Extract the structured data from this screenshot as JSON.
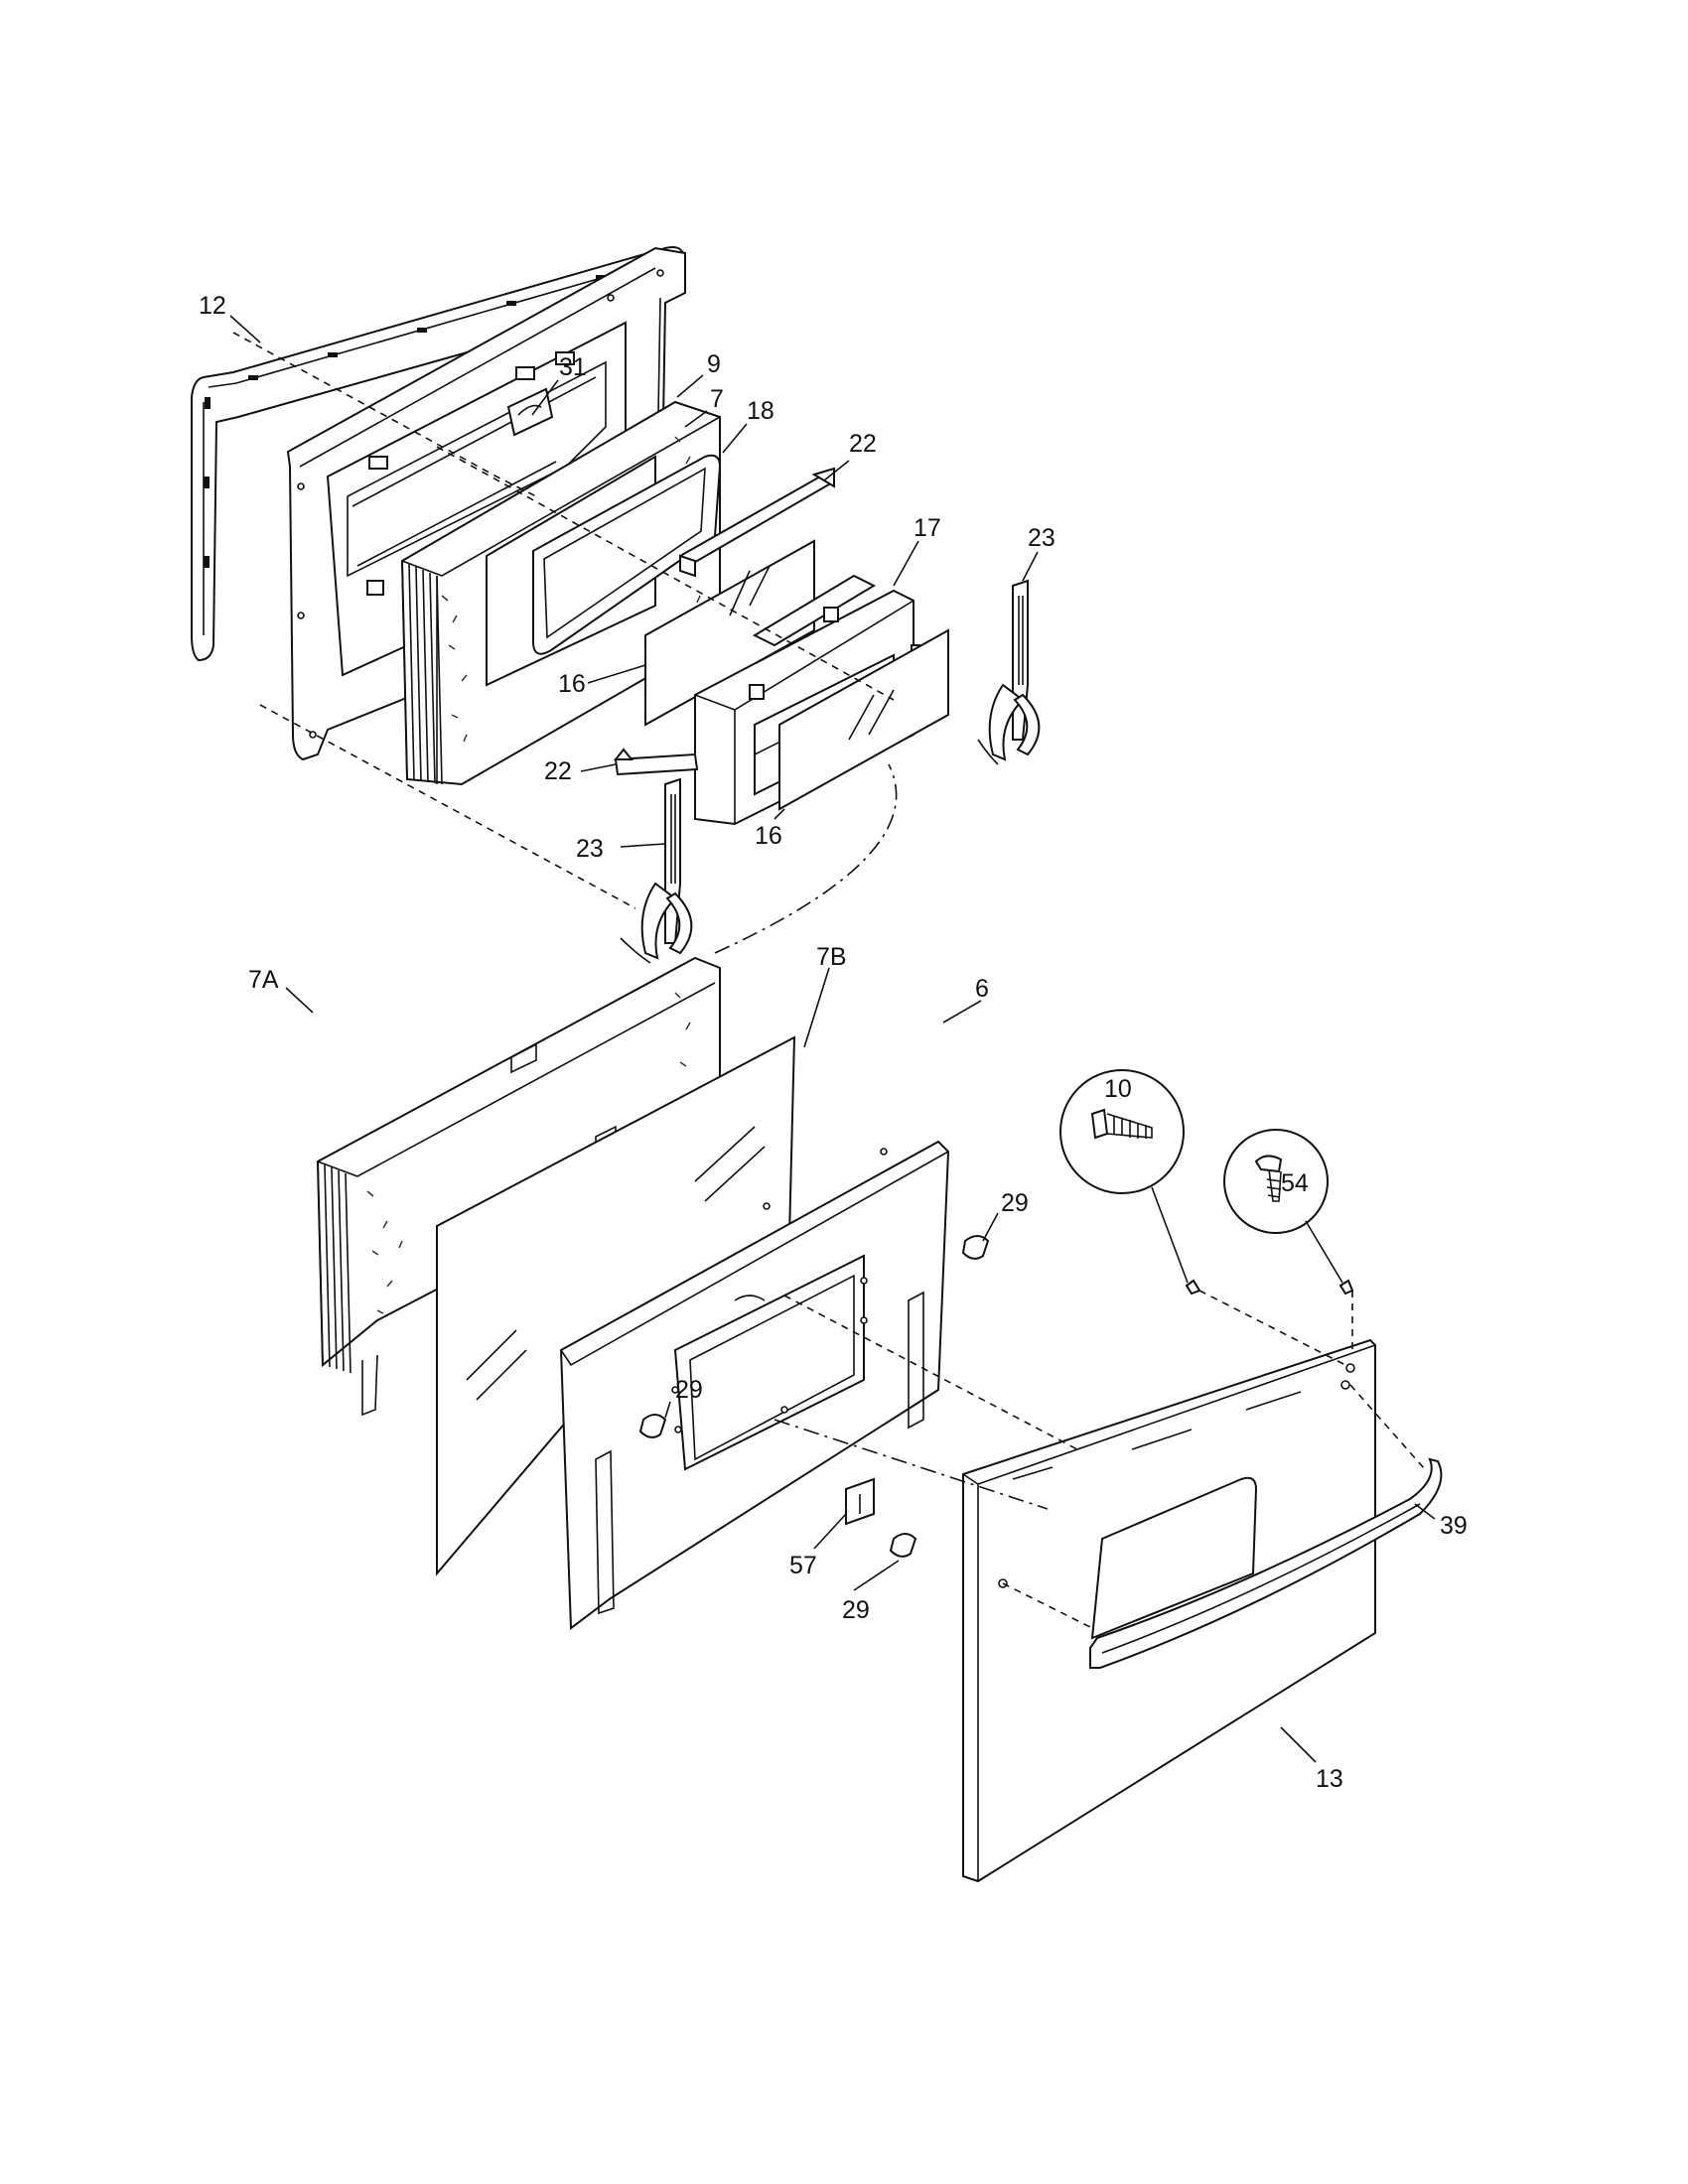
{
  "callouts": [
    {
      "id": "c12",
      "label": "12"
    },
    {
      "id": "c31",
      "label": "31"
    },
    {
      "id": "c9",
      "label": "9"
    },
    {
      "id": "c7",
      "label": "7"
    },
    {
      "id": "c18",
      "label": "18"
    },
    {
      "id": "c22a",
      "label": "22"
    },
    {
      "id": "c17",
      "label": "17"
    },
    {
      "id": "c23a",
      "label": "23"
    },
    {
      "id": "c16a",
      "label": "16"
    },
    {
      "id": "c22b",
      "label": "22"
    },
    {
      "id": "c16b",
      "label": "16"
    },
    {
      "id": "c23b",
      "label": "23"
    },
    {
      "id": "c7A",
      "label": "7A"
    },
    {
      "id": "c7B",
      "label": "7B"
    },
    {
      "id": "c6",
      "label": "6"
    },
    {
      "id": "c10",
      "label": "10"
    },
    {
      "id": "c54",
      "label": "54"
    },
    {
      "id": "c29a",
      "label": "29"
    },
    {
      "id": "c29b",
      "label": "29"
    },
    {
      "id": "c39",
      "label": "39"
    },
    {
      "id": "c57",
      "label": "57"
    },
    {
      "id": "c29c",
      "label": "29"
    },
    {
      "id": "c13",
      "label": "13"
    }
  ]
}
